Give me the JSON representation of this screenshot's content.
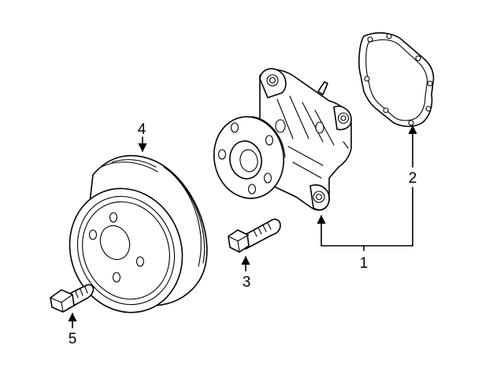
{
  "parts": [
    {
      "number": "1",
      "icon": "water-pump"
    },
    {
      "number": "2",
      "icon": "gasket"
    },
    {
      "number": "3",
      "icon": "bolt"
    },
    {
      "number": "4",
      "icon": "pulley"
    },
    {
      "number": "5",
      "icon": "bolt"
    }
  ],
  "colors": {
    "line": "#000000",
    "background": "#ffffff"
  }
}
